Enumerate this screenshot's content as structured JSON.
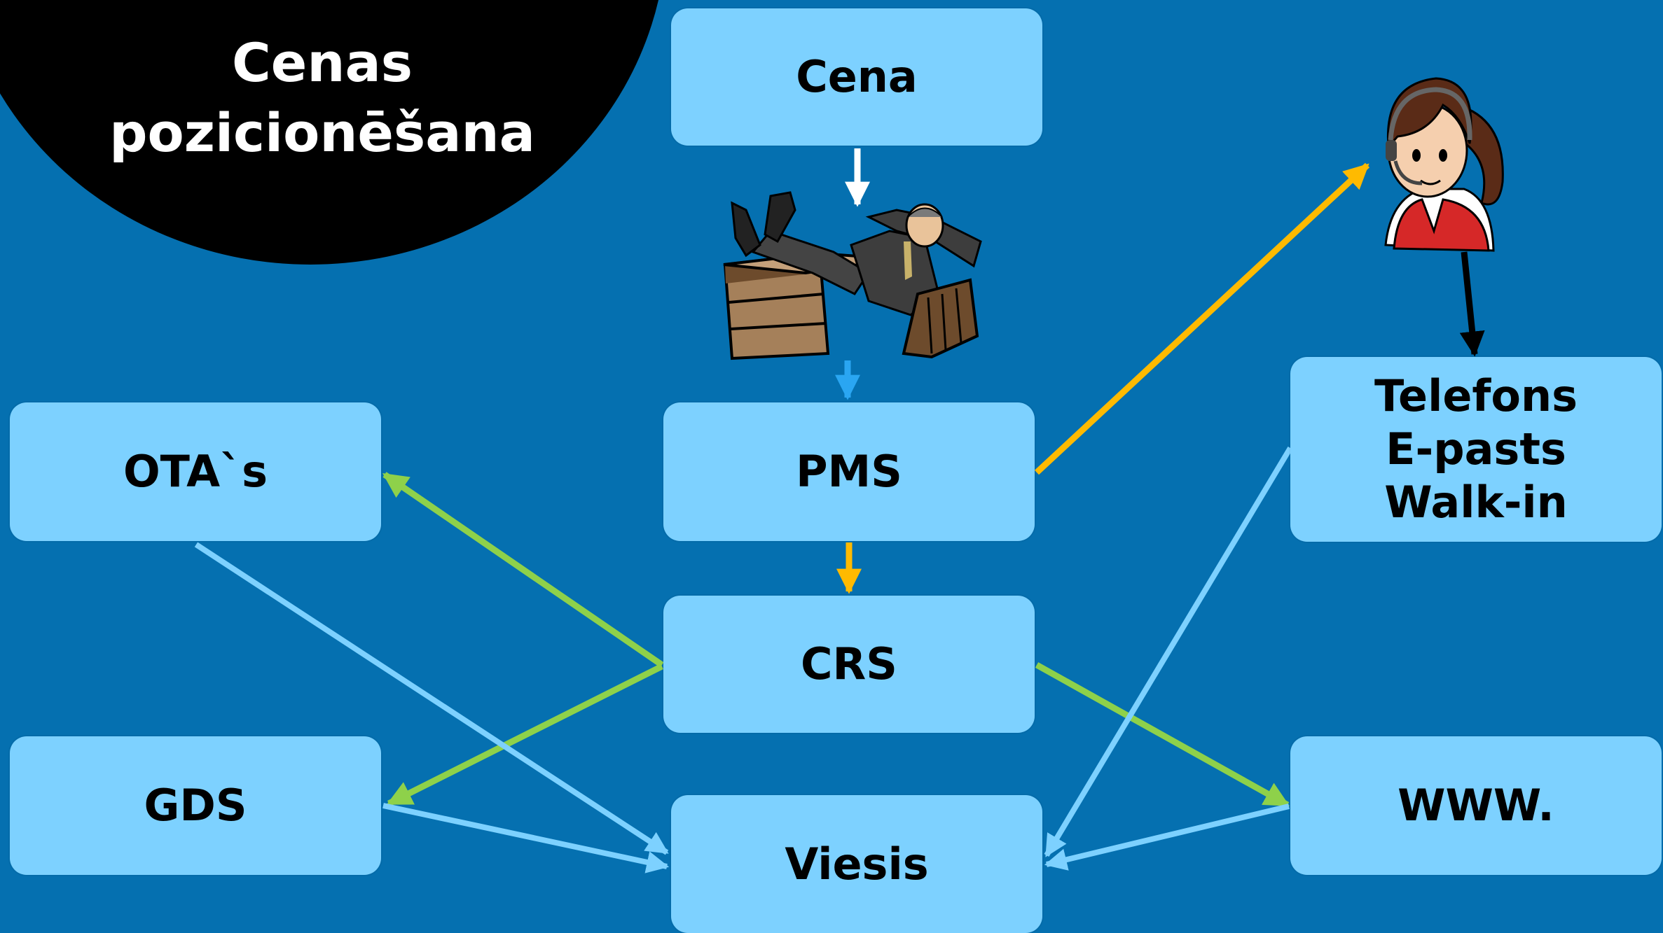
{
  "title": "Cenas\npozicionēšana",
  "nodes": {
    "cena": "Cena",
    "pms": "PMS",
    "crs": "CRS",
    "viesis": "Viesis",
    "ota": "OTA`s",
    "gds": "GDS",
    "contact": "Telefons\nE-pasts\nWalk-in",
    "www": "WWW."
  },
  "edges": [
    {
      "from": "cena",
      "to": "manager",
      "color": "#ffffff"
    },
    {
      "from": "manager",
      "to": "pms",
      "color": "#2aa6f2"
    },
    {
      "from": "pms",
      "to": "crs",
      "color": "#ffba00"
    },
    {
      "from": "pms",
      "to": "operator",
      "color": "#ffba00"
    },
    {
      "from": "operator",
      "to": "contact",
      "color": "#000000"
    },
    {
      "from": "crs",
      "to": "ota",
      "color": "#8ed14a"
    },
    {
      "from": "crs",
      "to": "gds",
      "color": "#8ed14a"
    },
    {
      "from": "crs",
      "to": "www",
      "color": "#8ed14a"
    },
    {
      "from": "ota",
      "to": "viesis",
      "color": "#7dd1ff"
    },
    {
      "from": "gds",
      "to": "viesis",
      "color": "#7dd1ff"
    },
    {
      "from": "www",
      "to": "viesis",
      "color": "#7dd1ff"
    },
    {
      "from": "contact",
      "to": "viesis",
      "color": "#7dd1ff"
    }
  ],
  "colors": {
    "background": "#0570b0",
    "box": "#7dd1ff",
    "title_bg": "#000000",
    "title_text": "#ffffff"
  },
  "icons": {
    "manager": "businessman-at-desk-icon",
    "operator": "call-center-operator-icon"
  }
}
